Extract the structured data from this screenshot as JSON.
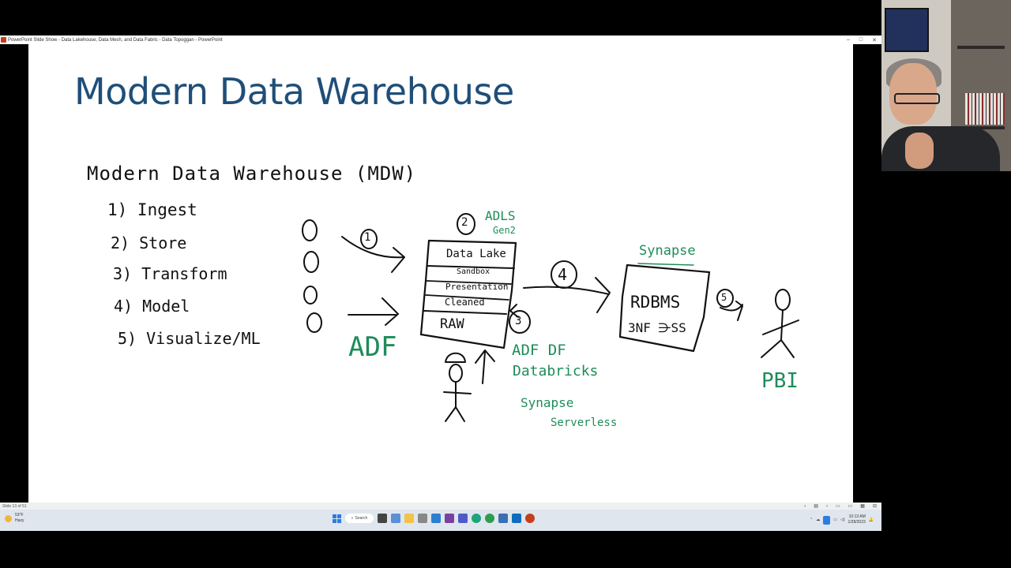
{
  "window": {
    "title": "PowerPoint Slide Show  -  Data Lakehouse, Data Mesh, and Data Fabric - Data Topoggan  -  PowerPoint",
    "controls": [
      "–",
      "□",
      "✕"
    ]
  },
  "slide": {
    "title": "Modern Data Warehouse",
    "heading": "Modern Data Warehouse (MDW)",
    "steps": [
      "1) Ingest",
      "2) Store",
      "3) Transform",
      "4) Model",
      "5) Visualize/ML"
    ],
    "labels": {
      "adf": "ADF",
      "adls": "ADLS",
      "adls_gen": "Gen2",
      "synapse": "Synapse",
      "adf_df": "ADF DF",
      "databricks": "Databricks",
      "synapse_sl": "Synapse",
      "serverless": "Serverless",
      "pbi": "PBI"
    },
    "lake_layers": [
      "Data Lake",
      "Sandbox",
      "Presentation",
      "Cleaned",
      "RAW"
    ],
    "rdbms": [
      "RDBMS",
      "3NF ⋺SS"
    ],
    "circled_numbers": [
      "1",
      "2",
      "3",
      "4",
      "5"
    ]
  },
  "statusbar": {
    "slide_counter": "Slide 13 of 51",
    "nav": [
      "‹",
      "▤",
      "›",
      "▭",
      "▭",
      "▦",
      "⊟"
    ]
  },
  "taskbar": {
    "weather_temp": "53°F",
    "weather_desc": "Hazy",
    "search_label": "Search",
    "time": "10:13 AM",
    "date": "1/28/2023"
  }
}
